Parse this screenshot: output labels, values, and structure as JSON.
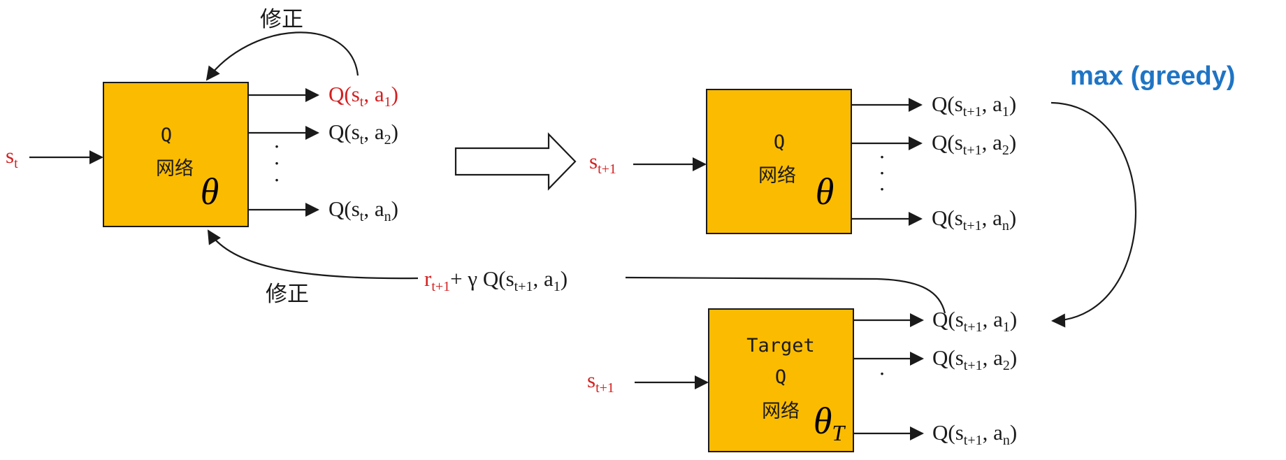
{
  "network_label": "网络",
  "q_letter": "Q",
  "target_label": "Target",
  "correction_label": "修正",
  "theta": "θ",
  "theta_sub": "T",
  "greedy_label": "max (greedy)",
  "ellipsis": "·",
  "state_t": {
    "base": "s",
    "sub": "t"
  },
  "state_t1": {
    "base": "s",
    "sub": "t+1"
  },
  "left_outputs": [
    {
      "base": "Q(s",
      "ssub": "t",
      "mid": ", a",
      "asub": "1",
      "end": ")"
    },
    {
      "base": "Q(s",
      "ssub": "t",
      "mid": ", a",
      "asub": "2",
      "end": ")"
    },
    {
      "base": "Q(s",
      "ssub": "t",
      "mid": ", a",
      "asub": "n",
      "end": ")"
    }
  ],
  "right_outputs": [
    {
      "base": "Q(s",
      "ssub": "t+1",
      "mid": ", a",
      "asub": "1",
      "end": ")"
    },
    {
      "base": "Q(s",
      "ssub": "t+1",
      "mid": ", a",
      "asub": "2",
      "end": ")"
    },
    {
      "base": "Q(s",
      "ssub": "t+1",
      "mid": ", a",
      "asub": "n",
      "end": ")"
    }
  ],
  "target_outputs": [
    {
      "base": "Q(s",
      "ssub": "t+1",
      "mid": ", a",
      "asub": "1",
      "end": ")"
    },
    {
      "base": "Q(s",
      "ssub": "t+1",
      "mid": ", a",
      "asub": "2",
      "end": ")"
    },
    {
      "base": "Q(s",
      "ssub": "t+1",
      "mid": ", a",
      "asub": "n",
      "end": ")"
    }
  ],
  "td_target": {
    "r": "r",
    "rsub": "t+1",
    "plus_gamma": "+ γ Q(s",
    "ssub": "t+1",
    "mid": ", a",
    "asub": "1",
    "end": ")"
  },
  "colors": {
    "box_fill": "#fbbb00",
    "red": "#d42020",
    "blue": "#1f74c4"
  }
}
